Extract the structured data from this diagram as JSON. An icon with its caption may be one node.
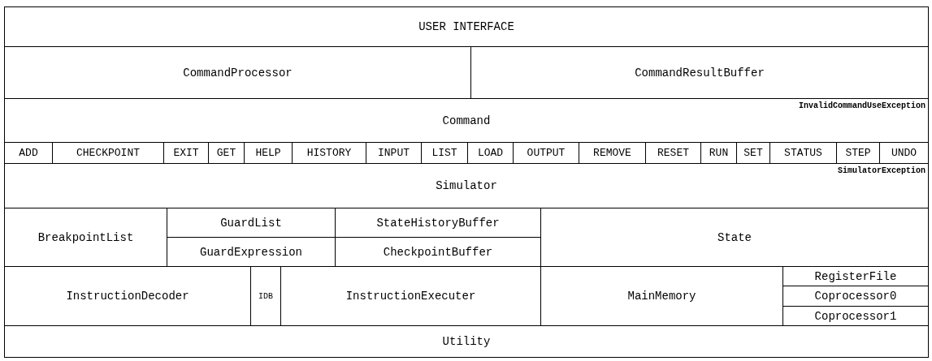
{
  "diagram": {
    "nodes": [
      {
        "text": [
          "USER INTERFACE"
        ]
      },
      {
        "text": [
          "CommandProcessor"
        ]
      },
      {
        "text": [
          "CommandResultBuffer"
        ]
      },
      {
        "text": [
          "Command",
          "InvalidCommandUseException"
        ]
      },
      {
        "text": [
          "ADD"
        ]
      },
      {
        "text": [
          "CHECKPOINT"
        ]
      },
      {
        "text": [
          "EXIT"
        ]
      },
      {
        "text": [
          "GET"
        ]
      },
      {
        "text": [
          "HELP"
        ]
      },
      {
        "text": [
          "HISTORY"
        ]
      },
      {
        "text": [
          "INPUT"
        ]
      },
      {
        "text": [
          "LIST"
        ]
      },
      {
        "text": [
          "LOAD"
        ]
      },
      {
        "text": [
          "OUTPUT"
        ]
      },
      {
        "text": [
          "REMOVE"
        ]
      },
      {
        "text": [
          "RESET"
        ]
      },
      {
        "text": [
          "RUN"
        ]
      },
      {
        "text": [
          "SET"
        ]
      },
      {
        "text": [
          "STATUS"
        ]
      },
      {
        "text": [
          "STEP"
        ]
      },
      {
        "text": [
          "UNDO"
        ]
      },
      {
        "text": [
          "Simulator",
          "SimulatorException"
        ]
      },
      {
        "text": [
          "BreakpointList"
        ]
      },
      {
        "text": [
          "GuardList"
        ]
      },
      {
        "text": [
          "StateHistoryBuffer"
        ]
      },
      {
        "text": [
          "GuardExpression"
        ]
      },
      {
        "text": [
          "CheckpointBuffer"
        ]
      },
      {
        "text": [
          "State"
        ]
      },
      {
        "text": [
          "InstructionDecoder"
        ]
      },
      {
        "text": [
          "IDB"
        ]
      },
      {
        "text": [
          "InstructionExecuter"
        ]
      },
      {
        "text": [
          "MainMemory"
        ]
      },
      {
        "text": [
          "RegisterFile"
        ]
      },
      {
        "text": [
          "Coprocessor0"
        ]
      },
      {
        "text": [
          "Coprocessor1"
        ]
      },
      {
        "text": [
          "Utility"
        ]
      }
    ]
  }
}
